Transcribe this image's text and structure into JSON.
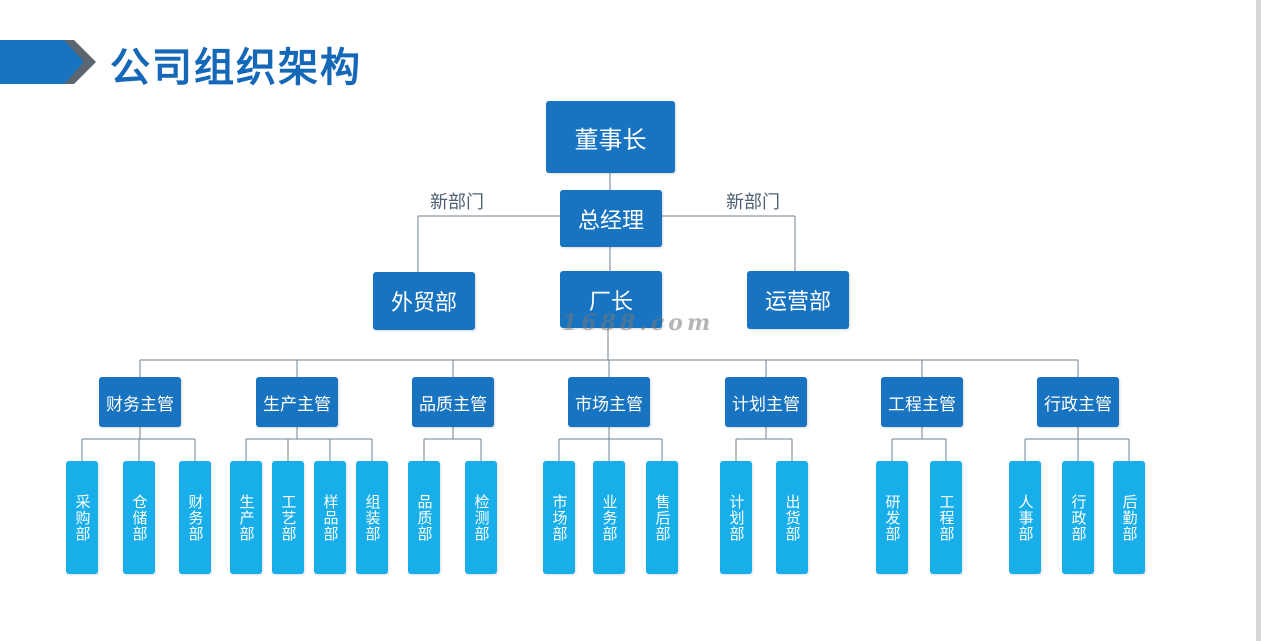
{
  "title": "公司组织架构",
  "chairman": "董事长",
  "general_manager": "总经理",
  "new_dept_left": "新部门",
  "new_dept_right": "新部门",
  "foreign_trade": "外贸部",
  "factory_director": "厂长",
  "operations": "运营部",
  "watermark": "1688.com",
  "supervisors": [
    {
      "name": "财务主管",
      "depts": [
        "采购部",
        "仓储部",
        "财务部"
      ]
    },
    {
      "name": "生产主管",
      "depts": [
        "生产部",
        "工艺部",
        "样品部",
        "组装部"
      ]
    },
    {
      "name": "品质主管",
      "depts": [
        "品质部",
        "检测部"
      ]
    },
    {
      "name": "市场主管",
      "depts": [
        "市场部",
        "业务部",
        "售后部"
      ]
    },
    {
      "name": "计划主管",
      "depts": [
        "计划部",
        "出货部"
      ]
    },
    {
      "name": "工程主管",
      "depts": [
        "研发部",
        "工程部"
      ]
    },
    {
      "name": "行政主管",
      "depts": [
        "人事部",
        "行政部",
        "后勤部"
      ]
    }
  ],
  "colors": {
    "title": "#1568b8",
    "box": "#1873c0",
    "dept": "#17aee9",
    "connector": "#6f8193"
  }
}
